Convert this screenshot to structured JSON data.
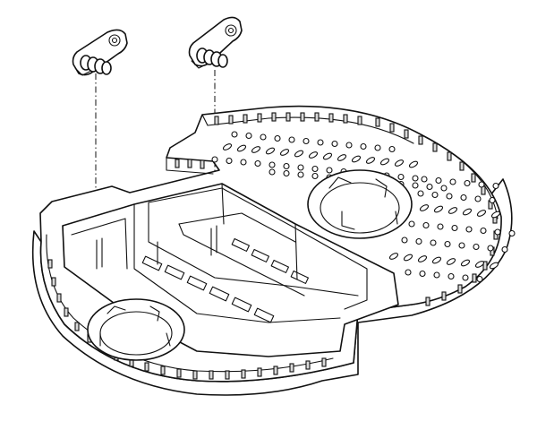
{
  "colors": {
    "line": "#111111",
    "background": "#ffffff",
    "shade": "#d9d9d9"
  },
  "parts": [
    {
      "id": "caster-bracket-left",
      "icon": "caster-bracket-icon"
    },
    {
      "id": "caster-bracket-right",
      "icon": "caster-bracket-icon"
    },
    {
      "id": "chassis-base-plate",
      "icon": "chassis-icon"
    }
  ]
}
